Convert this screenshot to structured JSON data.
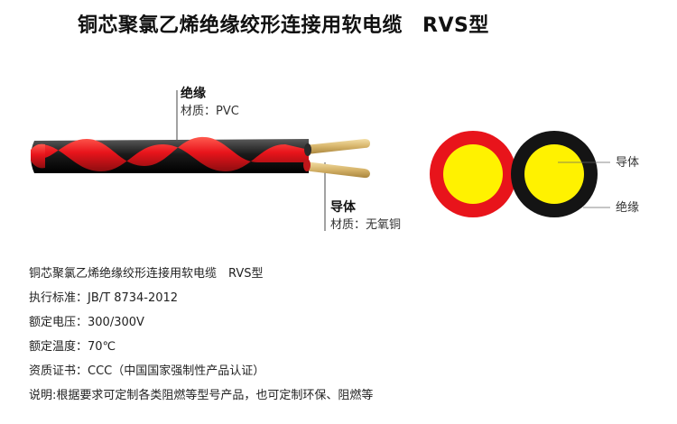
{
  "title": {
    "text": "铜芯聚氯乙烯绝缘绞形连接用软电缆",
    "code": "RVS型"
  },
  "callouts": {
    "insulation": {
      "head": "绝缘",
      "material": "材质：PVC"
    },
    "conductor": {
      "head": "导体",
      "material": "材质：无氧铜"
    }
  },
  "cross_section": {
    "conductor_label": "导体",
    "insulation_label": "绝缘"
  },
  "colors": {
    "red": "#e8141b",
    "black": "#141414",
    "yellow": "#fff200",
    "copper": "#d9b770"
  },
  "specs": [
    {
      "label": "",
      "value": "铜芯聚氯乙烯绝缘绞形连接用软电缆　RVS型"
    },
    {
      "label": "执行标准：",
      "value": "JB/T 8734-2012"
    },
    {
      "label": "额定电压：",
      "value": "300/300V"
    },
    {
      "label": "额定温度：",
      "value": "70℃"
    },
    {
      "label": "资质证书：",
      "value": "CCC（中国国家强制性产品认证）"
    },
    {
      "label": "说明:",
      "value": "根据要求可定制各类阻燃等型号产品，也可定制环保、阻燃等"
    }
  ]
}
